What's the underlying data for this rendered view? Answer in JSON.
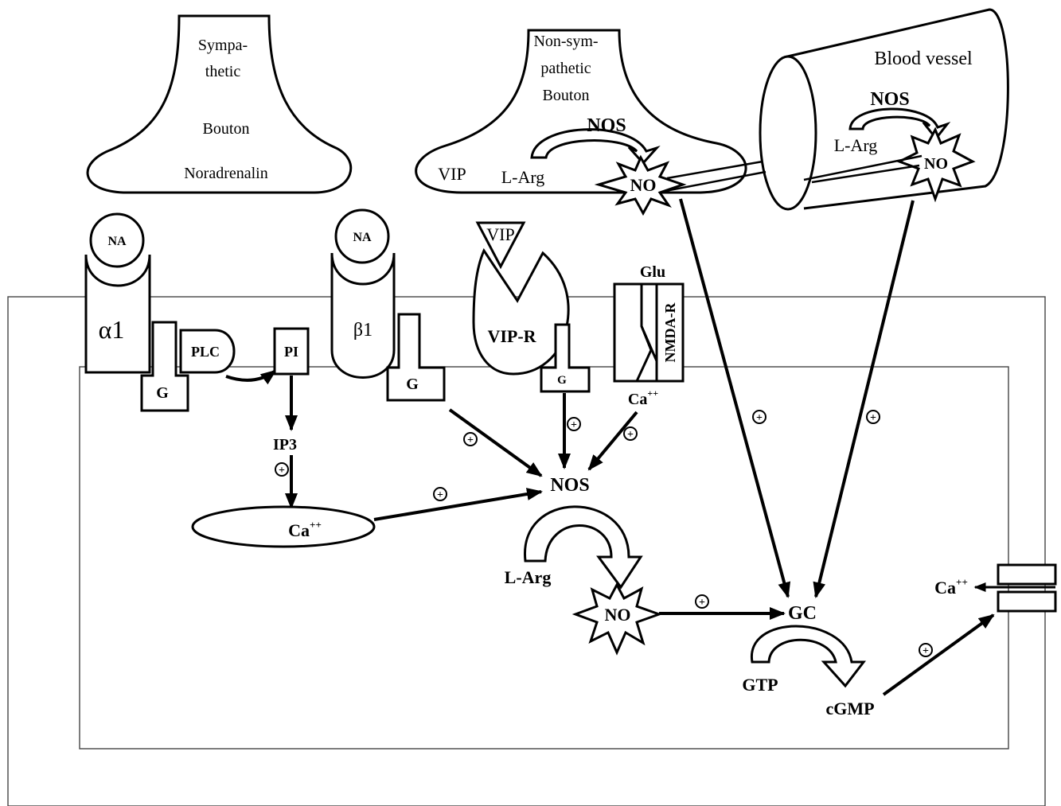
{
  "colors": {
    "ink": "#000000",
    "background": "#ffffff",
    "membrane": "#444444"
  },
  "sympathetic_bouton": {
    "line1": "Sympa-",
    "line2": "thetic",
    "line3": "Bouton",
    "line4": "Noradrenalin"
  },
  "nonsympathetic_bouton": {
    "line1": "Non-sym-",
    "line2": "pathetic",
    "line3": "Bouton",
    "nos": "NOS",
    "larg": "L-Arg",
    "vip": "VIP",
    "no": "NO"
  },
  "blood_vessel": {
    "title": "Blood vessel",
    "nos": "NOS",
    "larg": "L-Arg",
    "no": "NO"
  },
  "receptors": {
    "na_alpha": "NA",
    "alpha1": "α1",
    "g_alpha": "G",
    "plc": "PLC",
    "pi": "PI",
    "na_beta": "NA",
    "beta1": "β1",
    "g_beta": "G",
    "vip_ligand": "VIP",
    "vip_r": "VIP-R",
    "g_vip": "G",
    "glu": "Glu",
    "nmda_r": "NMDA-R",
    "ca_nmda": "Ca",
    "ca_nmda_sup": "++"
  },
  "intracellular": {
    "ip3": "IP3",
    "ca_store": "Ca",
    "ca_store_sup": "++",
    "nos": "NOS",
    "larg": "L-Arg",
    "no": "NO",
    "gc": "GC",
    "gtp": "GTP",
    "cgmp": "cGMP",
    "ca_channel": "Ca",
    "ca_channel_sup": "++",
    "plus_symbol": "+"
  }
}
